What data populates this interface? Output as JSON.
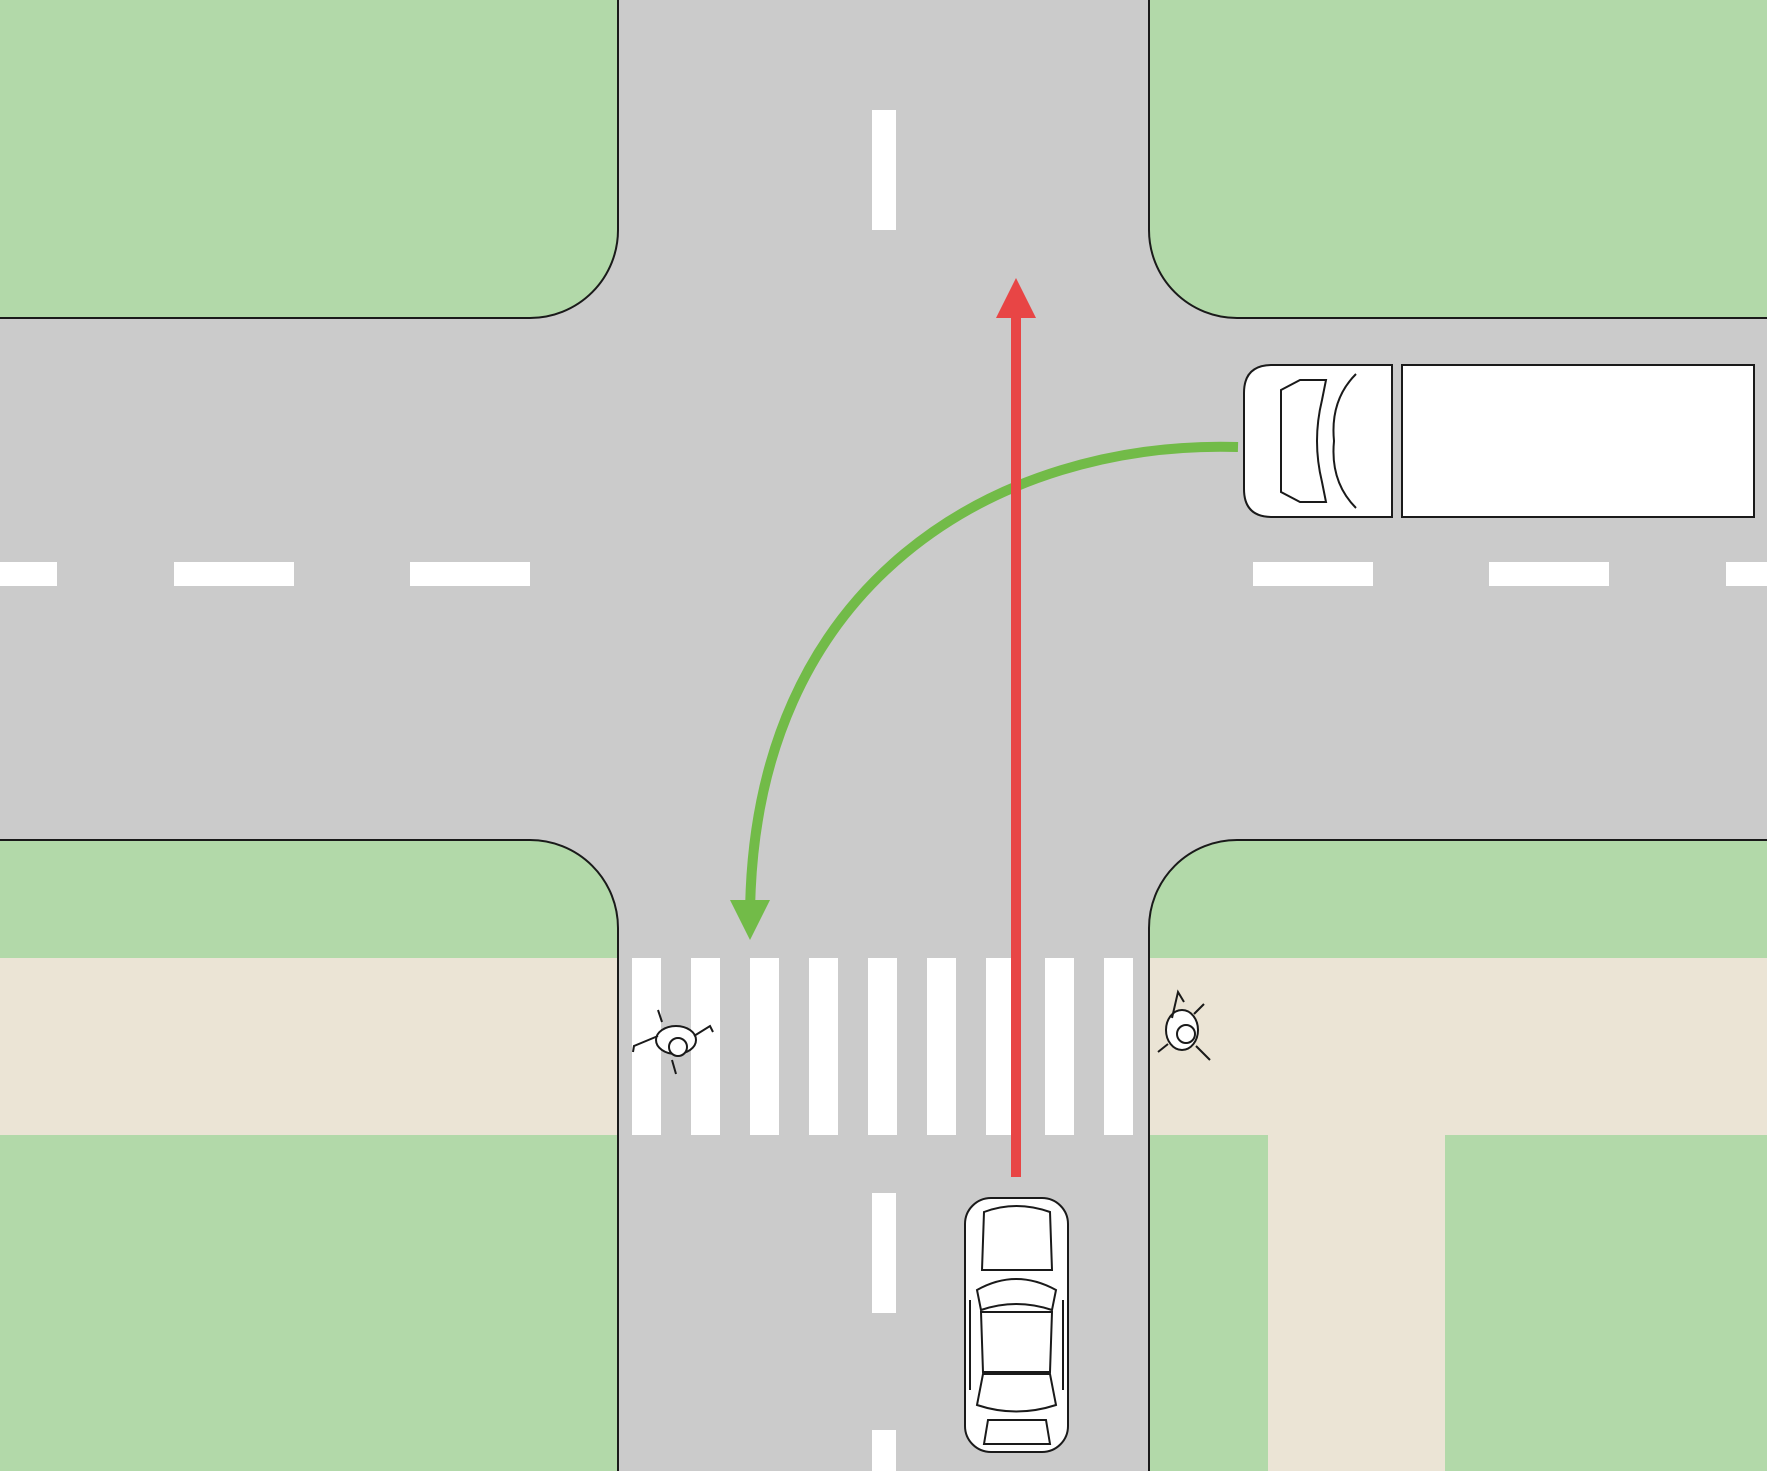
{
  "colors": {
    "grass": "#b2d9a9",
    "road": "#cbcbcb",
    "sidewalk": "#ebe4d5",
    "marking": "#ffffff",
    "outline": "#1a1a1a",
    "straight_arrow": "#e84545",
    "turn_arrow": "#72bb48",
    "vehicle_fill": "#ffffff"
  },
  "elements": {
    "car": {
      "icon": "car-top-view-icon",
      "heading": "north"
    },
    "truck": {
      "icon": "truck-top-view-icon",
      "heading": "west"
    },
    "pedestrians": [
      {
        "icon": "pedestrian-icon",
        "side": "west"
      },
      {
        "icon": "pedestrian-icon",
        "side": "east"
      }
    ],
    "arrows": [
      {
        "name": "car-straight-path",
        "color": "#e84545",
        "direction": "straight"
      },
      {
        "name": "truck-left-turn-path",
        "color": "#72bb48",
        "direction": "left-turn"
      }
    ]
  }
}
